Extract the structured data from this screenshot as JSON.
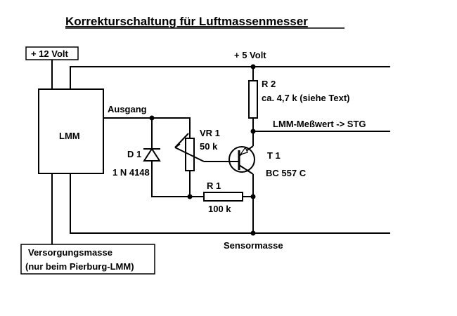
{
  "title": "Korrekturschaltung für Luftmassenmesser",
  "supply_12v": "+ 12 Volt",
  "supply_5v": "+ 5 Volt",
  "lmm": "LMM",
  "ausgang": "Ausgang",
  "r2": {
    "name": "R 2",
    "value": "ca. 4,7 k (siehe Text)"
  },
  "output_signal": "LMM-Meßwert -> STG",
  "vr1": {
    "name": "VR 1",
    "value": "50 k"
  },
  "d1": {
    "name": "D 1",
    "value": "1 N 4148"
  },
  "t1": {
    "name": "T 1",
    "value": "BC 557 C"
  },
  "r1": {
    "name": "R 1",
    "value": "100 k"
  },
  "sensormasse": "Sensormasse",
  "versorgung": {
    "line1": "Versorgungsmasse",
    "line2": "(nur beim Pierburg-LMM)"
  }
}
